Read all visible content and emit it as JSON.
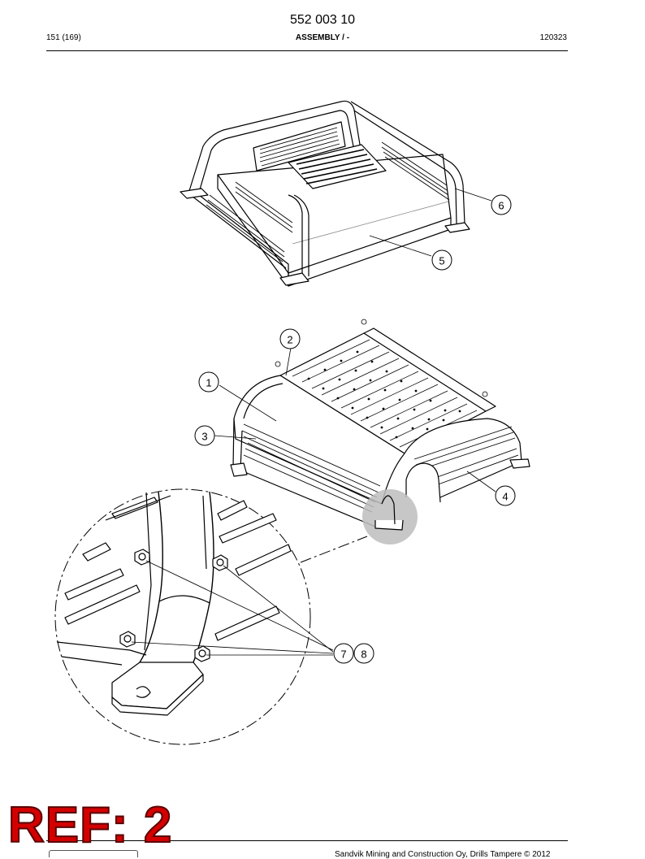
{
  "header": {
    "document_number": "552 003 10",
    "page_info": "151 (169)",
    "section": "ASSEMBLY / -",
    "date_code": "120323"
  },
  "callouts": {
    "c1": "1",
    "c2": "2",
    "c3": "3",
    "c4": "4",
    "c5": "5",
    "c6": "6",
    "c7": "7",
    "c8": "8"
  },
  "stamp": {
    "text": "REF: 2",
    "color": "#d40000"
  },
  "footer": {
    "copyright": "Sandvik Mining and Construction Oy, Drills Tampere © 2012"
  }
}
